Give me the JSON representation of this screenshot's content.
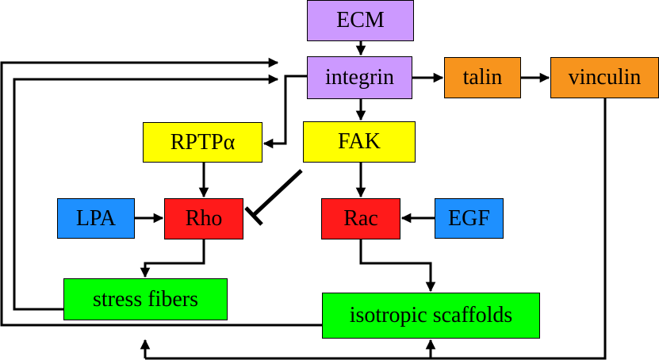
{
  "nodes": {
    "ecm": "ECM",
    "integrin": "integrin",
    "talin": "talin",
    "vinculin": "vinculin",
    "rptp": "RPTPα",
    "fak": "FAK",
    "lpa": "LPA",
    "rho": "Rho",
    "rac": "Rac",
    "egf": "EGF",
    "stress_fibers": "stress fibers",
    "isotropic_scaffolds": "isotropic scaffolds"
  },
  "colors": {
    "purple": "#cc99ff",
    "orange": "#f7941d",
    "yellow": "#ffff00",
    "blue": "#1e90ff",
    "red": "#ff1a1a",
    "green": "#00ff00"
  },
  "edges": [
    {
      "from": "ECM",
      "to": "integrin",
      "type": "activates"
    },
    {
      "from": "integrin",
      "to": "talin",
      "type": "activates"
    },
    {
      "from": "talin",
      "to": "vinculin",
      "type": "activates"
    },
    {
      "from": "integrin",
      "to": "FAK",
      "type": "activates"
    },
    {
      "from": "integrin",
      "to": "RPTPα",
      "type": "activates"
    },
    {
      "from": "RPTPα",
      "to": "Rho",
      "type": "activates"
    },
    {
      "from": "FAK",
      "to": "Rho",
      "type": "inhibits"
    },
    {
      "from": "FAK",
      "to": "Rac",
      "type": "activates"
    },
    {
      "from": "LPA",
      "to": "Rho",
      "type": "activates"
    },
    {
      "from": "EGF",
      "to": "Rac",
      "type": "activates"
    },
    {
      "from": "Rho",
      "to": "stress fibers",
      "type": "activates"
    },
    {
      "from": "Rac",
      "to": "isotropic scaffolds",
      "type": "activates"
    },
    {
      "from": "stress fibers",
      "to": "integrin",
      "type": "feedback"
    },
    {
      "from": "isotropic scaffolds",
      "to": "integrin",
      "type": "feedback"
    },
    {
      "from": "vinculin",
      "to": "stress fibers",
      "type": "activates"
    },
    {
      "from": "vinculin",
      "to": "isotropic scaffolds",
      "type": "activates"
    }
  ]
}
